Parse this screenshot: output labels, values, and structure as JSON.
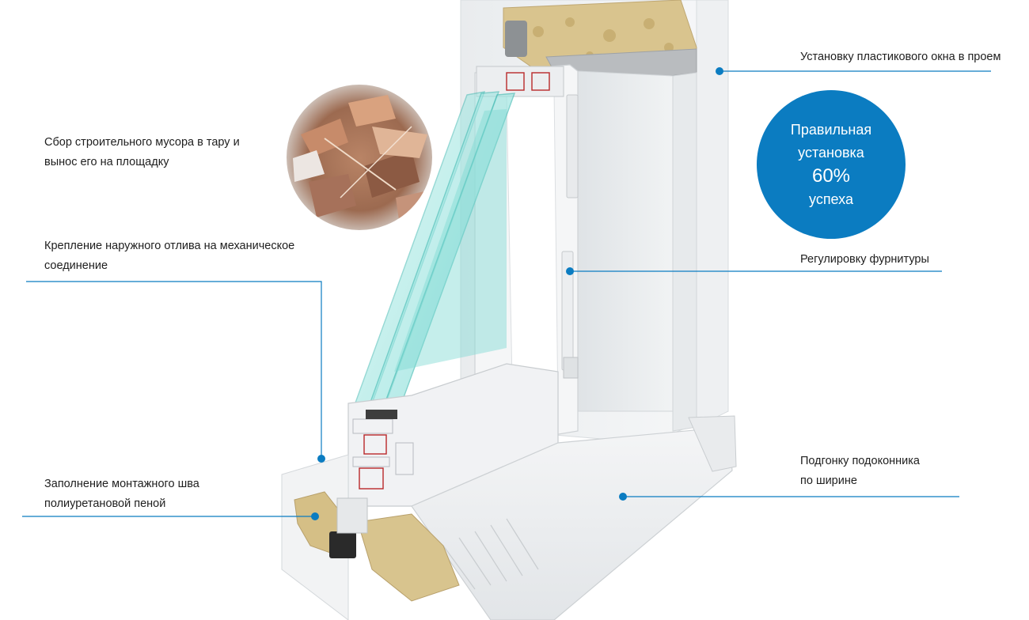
{
  "colors": {
    "accent": "#0b7cc1",
    "text": "#1e1e1e",
    "background": "#ffffff"
  },
  "callouts": [
    {
      "id": "installation",
      "lines": [
        "Установку пластикового окна в проем"
      ]
    },
    {
      "id": "debris",
      "lines": [
        "Сбор строительного мусора в тару и",
        "вынос его на площадку"
      ]
    },
    {
      "id": "drip-edge",
      "lines": [
        "Крепление наружного отлива на механическое",
        "соединение"
      ]
    },
    {
      "id": "hardware",
      "lines": [
        "Регулировку фурнитуры"
      ]
    },
    {
      "id": "windowsill",
      "lines": [
        "Подгонку подоконника",
        "по ширине"
      ]
    },
    {
      "id": "foam",
      "lines": [
        "Заполнение монтажного шва",
        "полиуретановой пеной"
      ]
    }
  ],
  "badge": {
    "line1": "Правильная",
    "line2": "установка",
    "percent": "60%",
    "line4": "успеха"
  },
  "icons": [
    "window-profile-illustration",
    "construction-debris-photo"
  ]
}
